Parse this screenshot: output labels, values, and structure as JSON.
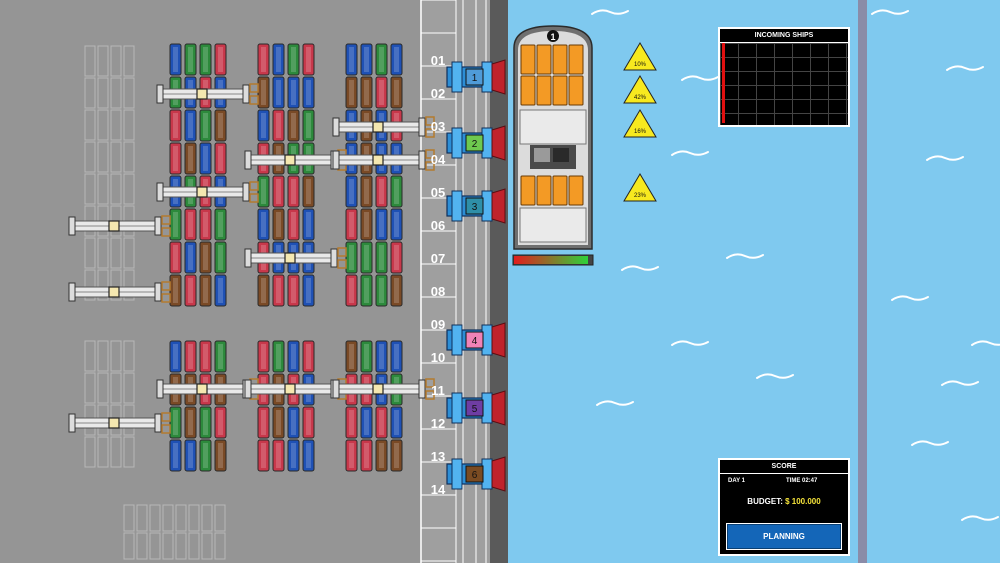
{
  "berth_numbers": [
    "01",
    "02",
    "03",
    "04",
    "05",
    "06",
    "07",
    "08",
    "09",
    "10",
    "11",
    "12",
    "13",
    "14"
  ],
  "cranes": [
    {
      "number": "1",
      "color": "#4f9bd8"
    },
    {
      "number": "2",
      "color": "#6ec94f"
    },
    {
      "number": "3",
      "color": "#2e8fa8"
    },
    {
      "number": "4",
      "color": "#ef83b7"
    },
    {
      "number": "5",
      "color": "#6e3da3"
    },
    {
      "number": "6",
      "color": "#7a4b22"
    }
  ],
  "ship": {
    "number": "1"
  },
  "warnings": [
    "10%",
    "42%",
    "16%",
    "23%"
  ],
  "incoming_ships": {
    "title": "INCOMING SHIPS"
  },
  "score": {
    "title": "SCORE",
    "day": "DAY 1",
    "time": "TIME 02:47",
    "budget_label": "BUDGET:",
    "budget_value": "$ 100.000",
    "planning_label": "PLANNING"
  },
  "colors": {
    "yard": "#959595",
    "water": "#7fc9ef",
    "quay": "#5a5a5a",
    "road": "#9f9f9f",
    "container_red": "#c8384b",
    "container_blue": "#1f51b5",
    "container_green": "#2d8a3c",
    "container_brown": "#7a4a26",
    "cargo_orange": "#f39a25"
  }
}
